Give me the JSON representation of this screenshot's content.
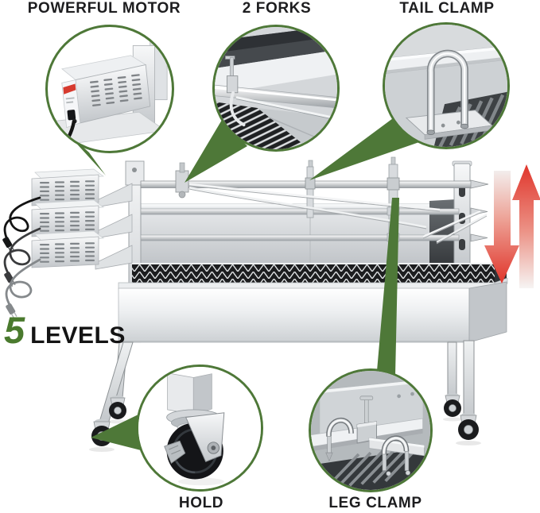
{
  "image": {
    "type": "product-feature-diagram",
    "subject": "stainless steel rotisserie spit roaster grill",
    "background": "#ffffff",
    "colors": {
      "callout_green": "#4e7838",
      "arrow_red": "#e2382c",
      "levels_number_green": "#4a7a2e",
      "label_text": "#1d1d1f"
    },
    "callouts": {
      "powerful_motor": "POWERFUL MOTOR",
      "two_forks": "2 FORKS",
      "tail_clamp": "TAIL CLAMP",
      "hold": "HOLD",
      "leg_clamp": "LEG CLAMP"
    },
    "levels": {
      "number": "5",
      "label": "LEVELS"
    },
    "icons": {
      "up_arrow": "height-raise-arrow-icon",
      "down_arrow": "height-lower-arrow-icon",
      "insets": [
        "motor-closeup",
        "forks-closeup",
        "tail-clamp-closeup",
        "caster-wheel-closeup",
        "leg-clamp-closeup"
      ]
    }
  }
}
